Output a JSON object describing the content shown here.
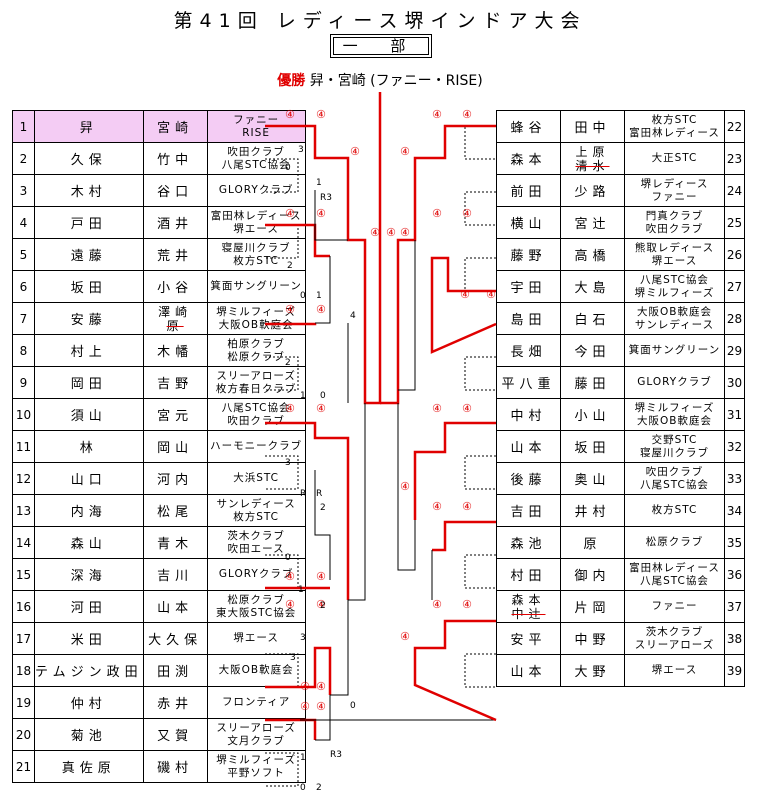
{
  "header": {
    "title": "第41回 レディース堺インドア大会",
    "division": "一 部",
    "winner_label": "優勝",
    "winner_text": "舁・宮崎 (ファニー・RISE)"
  },
  "left_players": [
    {
      "no": "1",
      "a": "舁",
      "b": "宮崎",
      "club": [
        "ファニー",
        "RISE"
      ],
      "hl": true
    },
    {
      "no": "2",
      "a": "久保",
      "b": "竹中",
      "club": [
        "吹田クラブ",
        "八尾STC協会"
      ]
    },
    {
      "no": "3",
      "a": "木村",
      "b": "谷口",
      "club": [
        "GLORYクラブ"
      ]
    },
    {
      "no": "4",
      "a": "戸田",
      "b": "酒井",
      "club": [
        "富田林レディース",
        "堺エース"
      ]
    },
    {
      "no": "5",
      "a": "遠藤",
      "b": "荒井",
      "club": [
        "寝屋川クラブ",
        "枚方STC"
      ]
    },
    {
      "no": "6",
      "a": "坂田",
      "b": "小谷",
      "club": [
        "箕面サングリーン"
      ]
    },
    {
      "no": "7",
      "a": "安藤",
      "b": "澤崎",
      "b2": "原",
      "club": [
        "堺ミルフィーズ",
        "大阪OB軟庭会"
      ]
    },
    {
      "no": "8",
      "a": "村上",
      "b": "木幡",
      "club": [
        "柏原クラブ",
        "松原クラブ"
      ]
    },
    {
      "no": "9",
      "a": "岡田",
      "b": "吉野",
      "club": [
        "スリーアローズ",
        "枚方春日クラブ"
      ]
    },
    {
      "no": "10",
      "a": "須山",
      "b": "宮元",
      "club": [
        "八尾STC協会",
        "吹田クラブ"
      ]
    },
    {
      "no": "11",
      "a": "林",
      "b": "岡山",
      "club": [
        "ハーモニークラブ"
      ]
    },
    {
      "no": "12",
      "a": "山口",
      "b": "河内",
      "club": [
        "大浜STC"
      ]
    },
    {
      "no": "13",
      "a": "内海",
      "b": "松尾",
      "club": [
        "サンレディース",
        "枚方STC"
      ]
    },
    {
      "no": "14",
      "a": "森山",
      "b": "青木",
      "club": [
        "茨木クラブ",
        "吹田エース"
      ]
    },
    {
      "no": "15",
      "a": "深海",
      "b": "吉川",
      "club": [
        "GLORYクラブ"
      ]
    },
    {
      "no": "16",
      "a": "河田",
      "b": "山本",
      "club": [
        "松原クラブ",
        "東大阪STC協会"
      ]
    },
    {
      "no": "17",
      "a": "米田",
      "b": "大久保",
      "club": [
        "堺エース"
      ]
    },
    {
      "no": "18",
      "a": "テムジン政田",
      "b": "田渕",
      "club": [
        "大阪OB軟庭会"
      ]
    },
    {
      "no": "19",
      "a": "仲村",
      "b": "赤井",
      "club": [
        "フロンティア"
      ]
    },
    {
      "no": "20",
      "a": "菊池",
      "b": "又賀",
      "club": [
        "スリーアローズ",
        "文月クラブ"
      ]
    },
    {
      "no": "21",
      "a": "真佐原",
      "b": "磯村",
      "club": [
        "堺ミルフィーズ",
        "平野ソフト"
      ]
    }
  ],
  "right_players": [
    {
      "no": "22",
      "a": "蜂谷",
      "b": "田中",
      "club": [
        "枚方STC",
        "富田林レディース"
      ]
    },
    {
      "no": "23",
      "a": "森本",
      "b": "上原",
      "b2": "清水",
      "club": [
        "大正STC"
      ]
    },
    {
      "no": "24",
      "a": "前田",
      "b": "少路",
      "club": [
        "堺レディース",
        "ファニー"
      ]
    },
    {
      "no": "25",
      "a": "横山",
      "b": "宮辻",
      "club": [
        "門真クラブ",
        "吹田クラブ"
      ]
    },
    {
      "no": "26",
      "a": "藤野",
      "b": "高橋",
      "club": [
        "熊取レディース",
        "堺エース"
      ]
    },
    {
      "no": "27",
      "a": "宇田",
      "b": "大島",
      "club": [
        "八尾STC協会",
        "堺ミルフィーズ"
      ]
    },
    {
      "no": "28",
      "a": "島田",
      "b": "白石",
      "club": [
        "大阪OB軟庭会",
        "サンレディース"
      ]
    },
    {
      "no": "29",
      "a": "長畑",
      "b": "今田",
      "club": [
        "箕面サングリーン"
      ]
    },
    {
      "no": "30",
      "a": "平八重",
      "b": "藤田",
      "club": [
        "GLORYクラブ"
      ]
    },
    {
      "no": "31",
      "a": "中村",
      "b": "小山",
      "club": [
        "堺ミルフィーズ",
        "大阪OB軟庭会"
      ]
    },
    {
      "no": "32",
      "a": "山本",
      "b": "坂田",
      "club": [
        "交野STC",
        "寝屋川クラブ"
      ]
    },
    {
      "no": "33",
      "a": "後藤",
      "b": "奥山",
      "club": [
        "吹田クラブ",
        "八尾STC協会"
      ]
    },
    {
      "no": "34",
      "a": "吉田",
      "b": "井村",
      "club": [
        "枚方STC"
      ]
    },
    {
      "no": "35",
      "a": "森池",
      "b": "原",
      "club": [
        "松原クラブ"
      ]
    },
    {
      "no": "36",
      "a": "村田",
      "b": "御内",
      "club": [
        "富田林レディース",
        "八尾STC協会"
      ]
    },
    {
      "no": "37",
      "a": "森本",
      "a2": "中辻",
      "b": "片岡",
      "club": [
        "ファニー"
      ]
    },
    {
      "no": "38",
      "a": "安平",
      "b": "中野",
      "club": [
        "茨木クラブ",
        "スリーアローズ"
      ]
    },
    {
      "no": "39",
      "a": "山本",
      "b": "大野",
      "club": [
        "堺エース"
      ]
    }
  ],
  "scores": {
    "win_mark": "④",
    "numbers": [
      "3",
      "0",
      "1",
      "R3",
      "2",
      "0",
      "1",
      "4",
      "2",
      "1",
      "0",
      "3",
      "R",
      "R",
      "2",
      "0",
      "1",
      "2",
      "3"
    ]
  }
}
